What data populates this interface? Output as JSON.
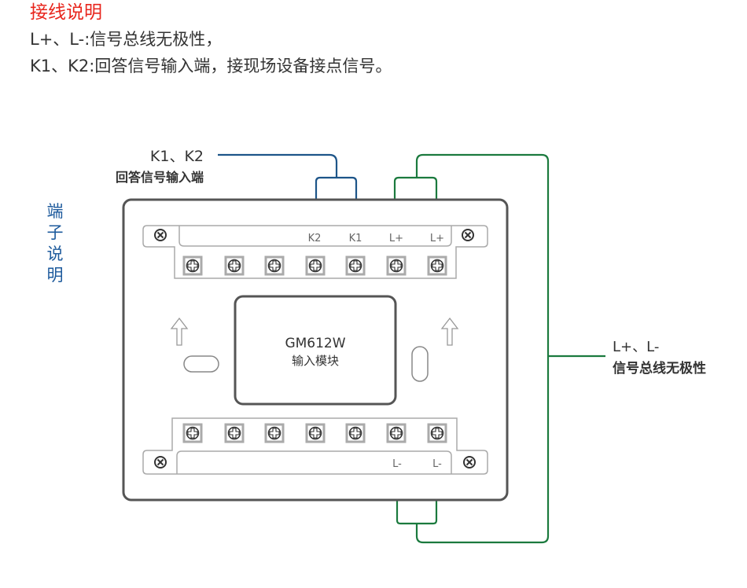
{
  "header": {
    "title": "接线说明",
    "line1": "L+、L-:信号总线无极性，",
    "line2": "K1、K2:回答信号输入端，接现场设备接点信号。"
  },
  "side_label": [
    "端",
    "子",
    "说",
    "明"
  ],
  "callouts": {
    "k_label": "K1、K2",
    "k_desc": "回答信号输入端",
    "l_label": "L+、L-",
    "l_desc": "信号总线无极性"
  },
  "module": {
    "model": "GM612W",
    "name": "输入模块",
    "top_terminals": [
      "K2",
      "K1",
      "L+",
      "L+"
    ],
    "bottom_terminals": [
      "L-",
      "L-"
    ]
  },
  "colors": {
    "title": "#e8251c",
    "text": "#333333",
    "blue_wire": "#1d5589",
    "green_wire": "#1b7a3e",
    "side_label": "#1d5a9c"
  }
}
